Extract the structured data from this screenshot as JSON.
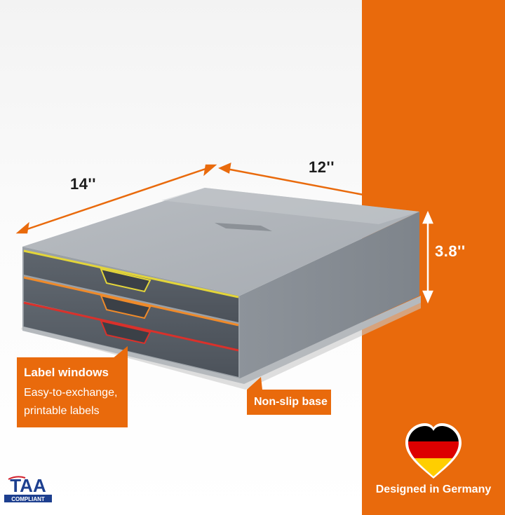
{
  "dimensions": {
    "width_label": "14''",
    "depth_label": "12''",
    "height_label": "3.8''"
  },
  "callouts": {
    "label_windows": {
      "title": "Label windows",
      "line1": "Easy-to-exchange,",
      "line2": "printable labels"
    },
    "base": {
      "title": "Non-slip base"
    }
  },
  "badge": {
    "caption": "Designed in Germany",
    "flag_colors": [
      "#000000",
      "#dd0000",
      "#ffce00"
    ],
    "icon": "heart-flag-icon"
  },
  "logo": {
    "main_text": "TAA",
    "sub_text": "COMPLIANT",
    "colors": {
      "main": "#1d3f8f",
      "accent": "#d21f2b"
    }
  },
  "colors": {
    "accent": "#e96a0c",
    "drawer_colors": [
      "#e3d53a",
      "#ef8a2a",
      "#d9312b"
    ],
    "body_gray": "#9aa0a6"
  }
}
